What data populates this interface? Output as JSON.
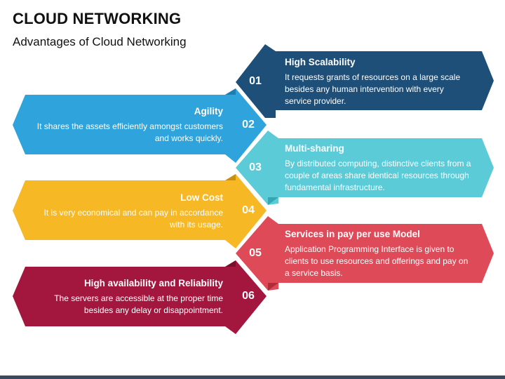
{
  "title": "CLOUD NETWORKING",
  "subtitle": "Advantages of Cloud Networking",
  "items": [
    {
      "num": "01",
      "heading": "High Scalability",
      "desc": "It requests grants of resources on a large scale besides any human intervention with every service provider.",
      "color": "#1d4f79",
      "dark": "#123656"
    },
    {
      "num": "02",
      "heading": "Agility",
      "desc": "It shares the assets efficiently amongst customers and works quickly.",
      "color": "#2fa4dc",
      "dark": "#1d7fb0"
    },
    {
      "num": "03",
      "heading": "Multi-sharing",
      "desc": "By distributed computing, distinctive clients from a couple of areas share identical resources through fundamental infrastructure.",
      "color": "#5ccbd8",
      "dark": "#34a6b4"
    },
    {
      "num": "04",
      "heading": "Low Cost",
      "desc": "It is very economical and can pay in accordance with its usage.",
      "color": "#f6b824",
      "dark": "#c98f0e"
    },
    {
      "num": "05",
      "heading": "Services in pay per use Model",
      "desc": "Application Programming Interface is given to clients to use resources and offerings and pay on a service basis.",
      "color": "#de4a58",
      "dark": "#b02c3b"
    },
    {
      "num": "06",
      "heading": "High availability and Reliability",
      "desc": "The servers are accessible at the proper time besides any delay or disappointment.",
      "color": "#a3173e",
      "dark": "#7a0f2d"
    }
  ]
}
